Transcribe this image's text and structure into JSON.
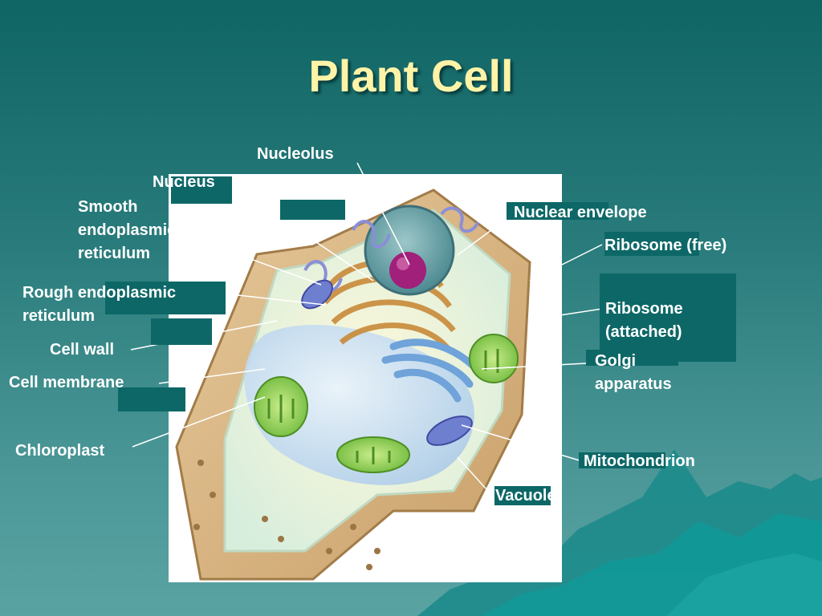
{
  "slide": {
    "title": "Plant Cell",
    "background_color": "#2a7c7c",
    "title_color": "#fff3a8"
  },
  "labels": {
    "nucleolus": "Nucleolus",
    "nucleus": "Nucleus",
    "smooth_er": [
      "Smooth",
      "endoplasmic",
      "reticulum"
    ],
    "rough_er": [
      "Rough endoplasmic",
      "reticulum"
    ],
    "cell_wall": "Cell wall",
    "cell_membrane": "Cell membrane",
    "chloroplast": "Chloroplast",
    "nuclear_envelope": "Nuclear envelope",
    "ribosome_free": "Ribosome (free)",
    "ribosome_attached": [
      "Ribosome",
      "(attached)"
    ],
    "golgi": [
      "Golgi",
      "apparatus"
    ],
    "mitochondrion": "Mitochondrion",
    "vacuole": "Vacuole"
  }
}
